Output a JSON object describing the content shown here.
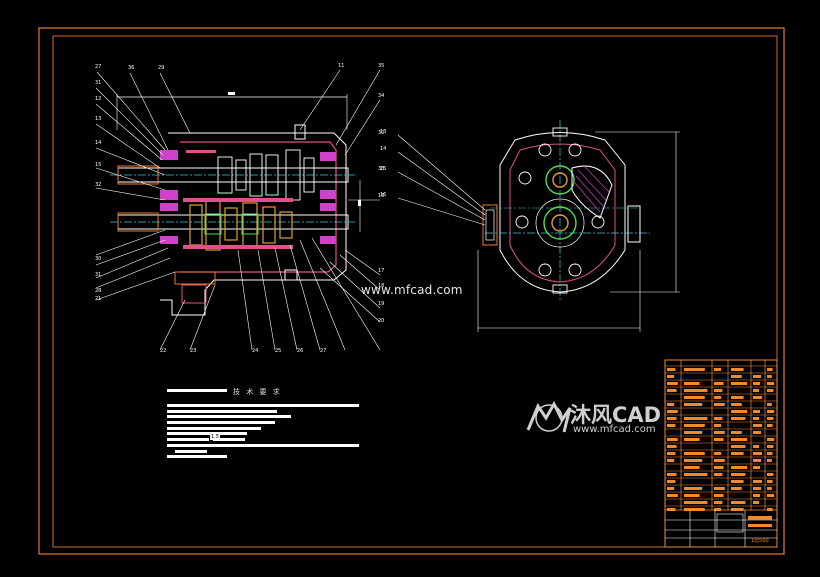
{
  "drawing": {
    "colors": {
      "background": "#000000",
      "frame": "#e87a2a",
      "outline": "#ffffff",
      "section": "#e0508a",
      "hatch": "#d040c8",
      "axis": "#38c8e0",
      "gear": "#e0a030",
      "green": "#50e050",
      "table": "#f08a2a"
    },
    "left_view_balloons": [
      "27",
      "36",
      "29",
      "31",
      "11",
      "35",
      "12",
      "34",
      "13",
      "30",
      "14",
      "33",
      "15",
      "16",
      "32",
      "17",
      "30",
      "18",
      "31",
      "19",
      "28",
      "20",
      "21",
      "22",
      "23",
      "24",
      "25",
      "26",
      "27"
    ],
    "right_view_balloons": [
      "13",
      "14",
      "15",
      "16"
    ],
    "tech_requirements_title": "技 术 要 求",
    "tech_note_mark": "1.5",
    "watermark_small": "www.mfcad.com",
    "watermark_brand": "沐风CAD",
    "watermark_url": "www.mfcad.com",
    "title_block_code": "1比500"
  }
}
